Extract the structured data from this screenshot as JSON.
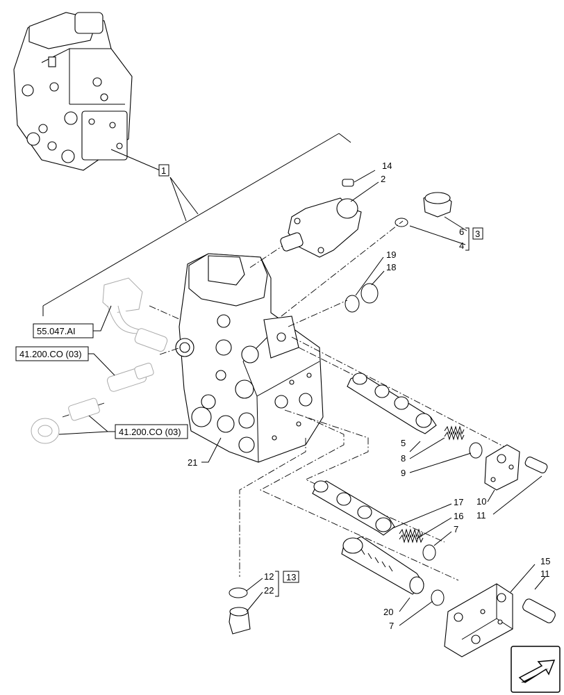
{
  "callouts": {
    "c1": "1",
    "c2": "2",
    "c3": "3",
    "c4": "4",
    "c5": "5",
    "c6": "6",
    "c7a": "7",
    "c7b": "7",
    "c8": "8",
    "c9": "9",
    "c10": "10",
    "c11a": "11",
    "c11b": "11",
    "c12": "12",
    "c13": "13",
    "c14": "14",
    "c15": "15",
    "c16": "16",
    "c17": "17",
    "c18": "18",
    "c19": "19",
    "c20": "20",
    "c21": "21",
    "c22": "22"
  },
  "references": {
    "ref1": "55.047.AI",
    "ref2": "41.200.CO (03)",
    "ref3": "41.200.CO (03)"
  },
  "nav": {
    "icon": "arrow-icon"
  }
}
